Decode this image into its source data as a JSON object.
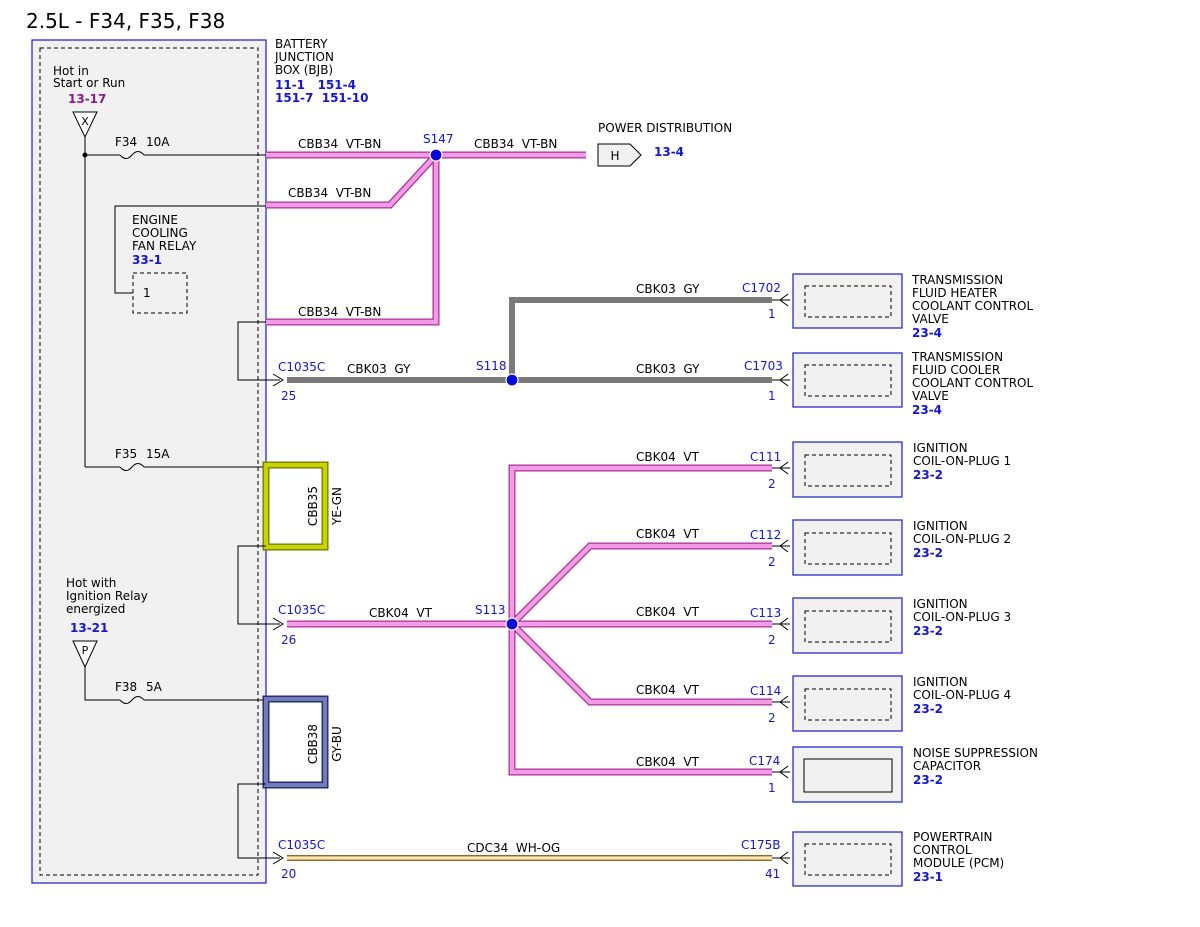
{
  "title": "2.5L - F34, F35, F38",
  "bjb": {
    "label_lines": [
      "BATTERY",
      "JUNCTION",
      "BOX (BJB)"
    ],
    "refs_line1": "11-1   151-4",
    "refs_line2": "151-7  151-10"
  },
  "power_sources": {
    "start_run": {
      "lines": [
        "Hot in",
        "Start or Run"
      ],
      "ref": "13-17",
      "symbol": "X"
    },
    "ign_relay": {
      "lines": [
        "Hot with",
        "Ignition Relay",
        "energized"
      ],
      "ref": "13-21",
      "symbol": "P"
    }
  },
  "fuses": {
    "f34": {
      "name": "F34",
      "rating": "10A"
    },
    "f35": {
      "name": "F35",
      "rating": "15A"
    },
    "f38": {
      "name": "F38",
      "rating": "5A"
    }
  },
  "fan_relay": {
    "lines": [
      "ENGINE",
      "COOLING",
      "FAN RELAY"
    ],
    "ref": "33-1",
    "pin": "1"
  },
  "power_distribution": {
    "label": "POWER DISTRIBUTION",
    "symbol": "H",
    "ref": "13-4"
  },
  "splices": {
    "s147": "S147",
    "s118": "S118",
    "s113": "S113"
  },
  "wires": {
    "cbb34": "CBB34  VT-BN",
    "cbk03": "CBK03  GY",
    "cbk04": "CBK04  VT",
    "cbb35_code": "CBB35",
    "cbb35_color": "YE-GN",
    "cbb38_code": "CBB38",
    "cbb38_color": "GY-BU",
    "cdc34": "CDC34  WH-OG"
  },
  "bjb_connectors": [
    {
      "name": "C1035C",
      "pin": "25"
    },
    {
      "name": "C1035C",
      "pin": "26"
    },
    {
      "name": "C1035C",
      "pin": "20"
    }
  ],
  "components": [
    {
      "connector": "C1702",
      "pin": "1",
      "lines": [
        "TRANSMISSION",
        "FLUID HEATER",
        "COOLANT CONTROL",
        "VALVE"
      ],
      "ref": "23-4"
    },
    {
      "connector": "C1703",
      "pin": "1",
      "lines": [
        "TRANSMISSION",
        "FLUID COOLER",
        "COOLANT CONTROL",
        "VALVE"
      ],
      "ref": "23-4"
    },
    {
      "connector": "C111",
      "pin": "2",
      "lines": [
        "IGNITION",
        "COIL-ON-PLUG 1"
      ],
      "ref": "23-2"
    },
    {
      "connector": "C112",
      "pin": "2",
      "lines": [
        "IGNITION",
        "COIL-ON-PLUG 2"
      ],
      "ref": "23-2"
    },
    {
      "connector": "C113",
      "pin": "2",
      "lines": [
        "IGNITION",
        "COIL-ON-PLUG 3"
      ],
      "ref": "23-2"
    },
    {
      "connector": "C114",
      "pin": "2",
      "lines": [
        "IGNITION",
        "COIL-ON-PLUG 4"
      ],
      "ref": "23-2"
    },
    {
      "connector": "C174",
      "pin": "1",
      "lines": [
        "NOISE SUPPRESSION",
        "CAPACITOR"
      ],
      "ref": "23-2"
    },
    {
      "connector": "C175B",
      "pin": "41",
      "lines": [
        "POWERTRAIN",
        "CONTROL",
        "MODULE (PCM)"
      ],
      "ref": "23-1"
    }
  ],
  "colors": {
    "vt_bn_core": "#f29be6",
    "vt_bn_edge": "#a8309a",
    "gy": "#7a7a7a",
    "ye_gn": "#c8d400",
    "gy_bu": "#4a5aa0",
    "wh_og": "#f3ca80",
    "ref_blue": "#1515d6",
    "ref_purple": "#8a1a8a"
  }
}
